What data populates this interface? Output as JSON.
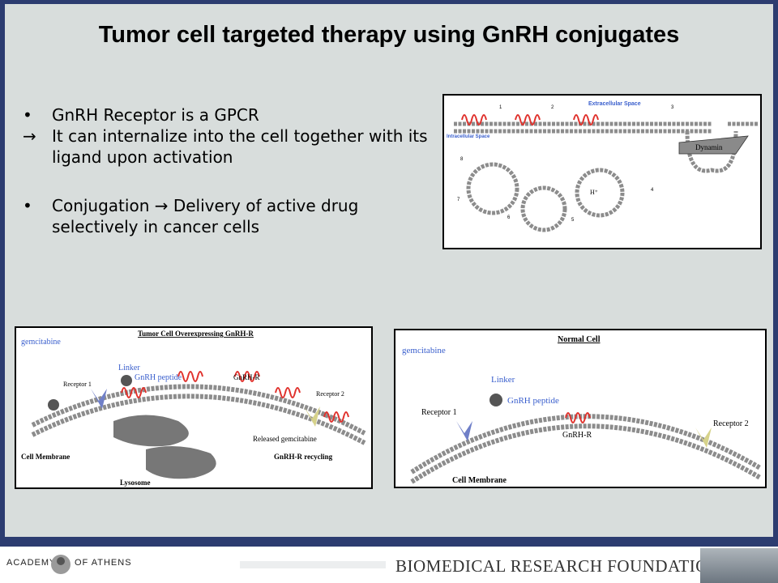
{
  "slide": {
    "title": "Tumor cell targeted therapy using GnRH conjugates",
    "bullets": [
      {
        "marker": "•",
        "text": "GnRH Receptor is a GPCR"
      },
      {
        "marker": "→",
        "text": "It can internalize into the cell together with its ligand upon activation"
      },
      {
        "marker": "•",
        "text": "Conjugation  → Delivery of active drug selectively in cancer cells"
      }
    ]
  },
  "figure_internalization": {
    "extracellular_label": "Extracellular Space",
    "intracellular_label": "Intracellular Space",
    "dynamin_label": "Dynamin",
    "h_label": "H⁺",
    "step_numbers": [
      "1",
      "2",
      "3",
      "4",
      "5",
      "6",
      "7",
      "8"
    ]
  },
  "figure_tumor": {
    "title": "Tumor Cell Overexpressing GnRH-R",
    "gemcitabine": "gemcitabine",
    "linker": "Linker",
    "gnrh_peptide": "GnRH peptide",
    "receptor1": "Receptor 1",
    "receptor2": "Receptor 2",
    "gnrhr": "GnRH-R",
    "released": "Released gemcitabine",
    "cell_membrane": "Cell Membrane",
    "recycling": "GnRH-R recycling",
    "lysosome": "Lysosome"
  },
  "figure_normal": {
    "title": "Normal Cell",
    "gemcitabine": "gemcitabine",
    "linker": "Linker",
    "gnrh_peptide": "GnRH peptide",
    "receptor1": "Receptor 1",
    "receptor2": "Receptor 2",
    "gnrhr": "GnRH-R",
    "cell_membrane": "Cell Membrane"
  },
  "footer": {
    "academy_left": "ACADEMY",
    "academy_right": "OF ATHENS",
    "foundation": "BIOMEDICAL RESEARCH FOUNDATION"
  },
  "colors": {
    "slide_bg": "#d8dddc",
    "frame": "#2c3c70",
    "receptor_red": "#e0312c",
    "receptor_blue": "#6f7fc8",
    "receptor_yellow": "#d6d28a",
    "membrane_grey": "#8c8c8c"
  }
}
